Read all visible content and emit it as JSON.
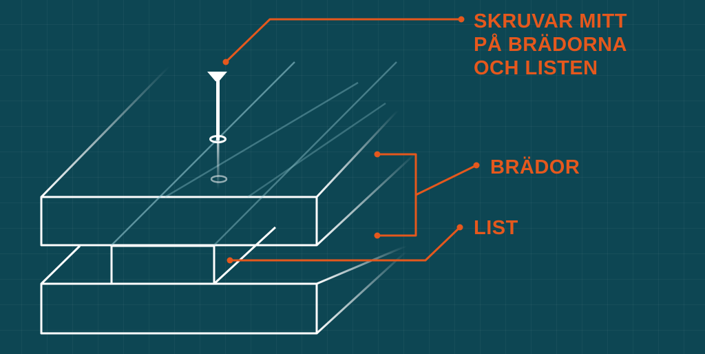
{
  "colors": {
    "background": "#0d4653",
    "line": "#ffffff",
    "accent": "#e5581d"
  },
  "labels": {
    "screws": "SKRUVAR MITT\nPÅ BRÄDORNA\nOCH LISTEN",
    "boards": "BRÄDOR",
    "batten": "LIST"
  },
  "icons": {
    "screw": "screw-icon"
  }
}
